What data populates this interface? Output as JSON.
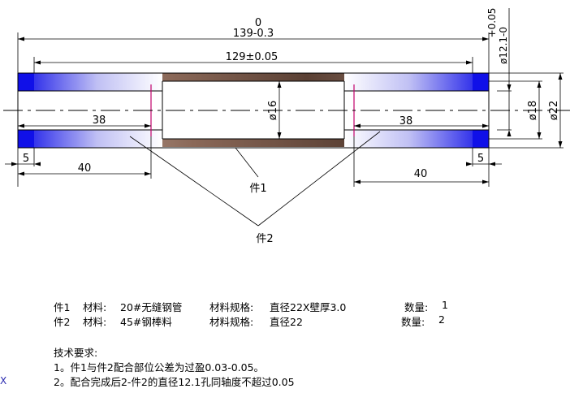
{
  "drawing": {
    "dims": {
      "overall_tol_upper": "0",
      "overall_length": "139-0.3",
      "inner_length": "129±0.05",
      "left_bore_depth": "38",
      "right_bore_depth": "38",
      "left_step": "5",
      "right_step": "5",
      "left_pin_length": "40",
      "right_pin_length": "40",
      "bore_dia": "ø16",
      "dia_18": "ø18",
      "dia_22": "ø22",
      "dia_12_1": "ø12.1-0",
      "dia_12_1_tol": "+0.05"
    },
    "callouts": {
      "part1": "件1",
      "part2": "件2"
    },
    "colors": {
      "dim_line": "#000000",
      "pin_blue": "#1010e8",
      "tube_brown": "#7a5a48",
      "centerline": "#000000",
      "edge_red": "#c0006a"
    }
  },
  "bom": [
    {
      "part": "件1",
      "material_label": "材料:",
      "material": "20#无缝钢管",
      "spec_label": "材料规格:",
      "spec": "直径22X壁厚3.0",
      "qty_label": "数量:",
      "qty": "1"
    },
    {
      "part": "件2",
      "material_label": "材料:",
      "material": "45#钢棒料",
      "spec_label": "材料规格:",
      "spec": "直径22",
      "qty_label": "数量:",
      "qty": "2"
    }
  ],
  "tech": {
    "title": "技术要求:",
    "req1": "1。件1与件2配合部位公差为过盈0.03-0.05。",
    "req2": "2。配合完成后2-件2的直径12.1孔同轴度不超过0.05"
  },
  "axis_mark": "X"
}
